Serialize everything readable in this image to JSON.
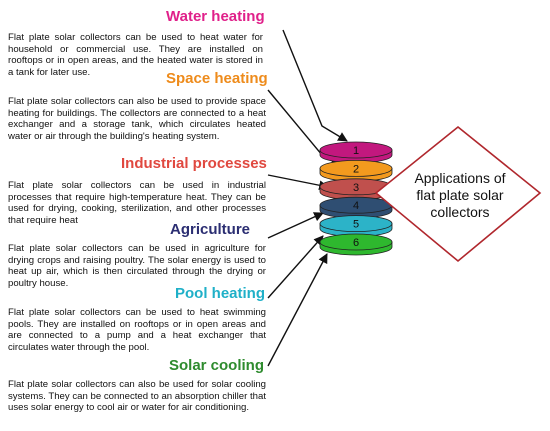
{
  "applications": [
    {
      "number": "1",
      "title": "Water heating",
      "title_color": "#e0208a",
      "disc_color": "#c2187e",
      "description": "Flat plate solar collectors can be used to heat water for household or commercial use. They are installed on rooftops or in open areas, and the heated water is stored in a tank for later use."
    },
    {
      "number": "2",
      "title": "Space heating",
      "title_color": "#ee8b1b",
      "disc_color": "#f39a1e",
      "description": "Flat plate solar collectors can also be used to provide space heating for buildings. The collectors are connected to a heat exchanger and a storage tank, which circulates heated water or air through the building's heating system."
    },
    {
      "number": "3",
      "title": "Industrial processes",
      "title_color": "#e0483f",
      "disc_color": "#c0504d",
      "description": "Flat plate solar collectors can be used in industrial processes that require high-temperature heat. They can be used for drying, cooking, sterilization, and other processes that require heat"
    },
    {
      "number": "4",
      "title": "Agriculture",
      "title_color": "#2b2e72",
      "disc_color": "#2f4e72",
      "description": "Flat plate solar collectors can be used in agriculture for drying crops and raising poultry. The solar energy is used to heat up air, which is then circulated through the drying or poultry house."
    },
    {
      "number": "5",
      "title": "Pool heating",
      "title_color": "#1fb0c8",
      "disc_color": "#2cb3c8",
      "description": "Flat plate solar collectors can be used to heat swimming pools. They are installed on rooftops or in open areas and are connected to a pump and a heat exchanger that circulates water through the pool."
    },
    {
      "number": "6",
      "title": "Solar cooling",
      "title_color": "#2e8b2e",
      "disc_color": "#2eb82e",
      "description": "Flat plate solar collectors can also be used for solar cooling systems. They can be connected to an absorption chiller that uses solar energy to cool air or water for air conditioning."
    }
  ],
  "center": {
    "lines": [
      "Applications of",
      "flat plate solar",
      "collectors"
    ],
    "border_color": "#b0272d"
  }
}
